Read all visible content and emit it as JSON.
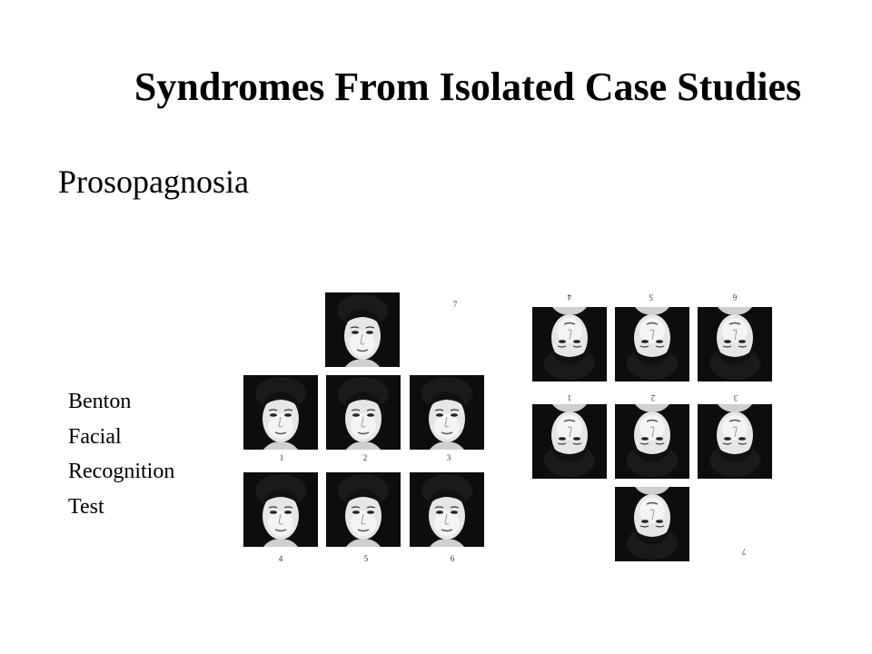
{
  "slide": {
    "title": "Syndromes From Isolated Case Studies",
    "subtitle": "Prosopagnosia",
    "caption_lines": [
      "Benton",
      "Facial",
      "Recognition",
      "Test"
    ]
  },
  "upright_panel": {
    "target_label": "7",
    "choice_labels": [
      "1",
      "2",
      "3",
      "4",
      "5",
      "6"
    ]
  },
  "inverted_panel": {
    "target_label": "7",
    "choice_labels": [
      "1",
      "2",
      "3",
      "4",
      "5",
      "6"
    ]
  }
}
